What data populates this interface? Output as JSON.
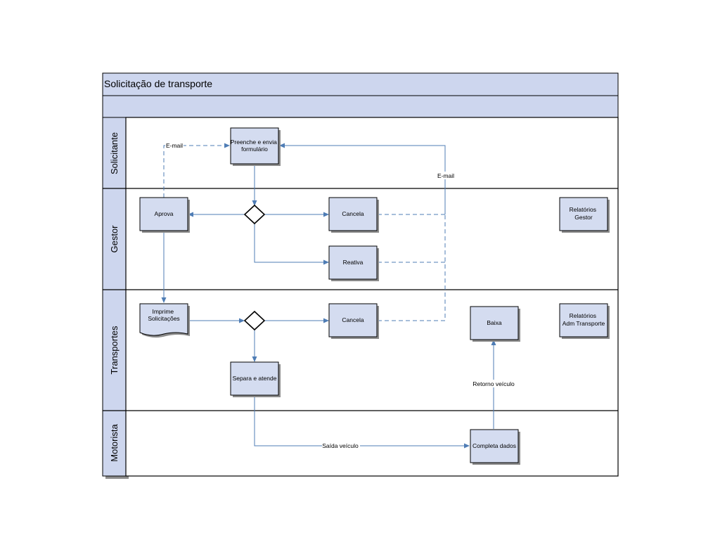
{
  "diagram": {
    "title": "Solicitação de transporte",
    "colors": {
      "header_fill": "#cdd6ee",
      "node_fill": "#d4dcf0",
      "shadow": "#8c8c8c",
      "connector": "#4f7db5",
      "border": "#000000"
    },
    "lanes": [
      {
        "id": "solicitante",
        "label": "Solicitante"
      },
      {
        "id": "gestor",
        "label": "Gestor"
      },
      {
        "id": "transportes",
        "label": "Transportes"
      },
      {
        "id": "motorista",
        "label": "Motorista"
      }
    ],
    "nodes": [
      {
        "id": "preenche",
        "label": [
          "Preenche e envia",
          "formulário"
        ]
      },
      {
        "id": "aprova",
        "label": [
          "Aprova"
        ]
      },
      {
        "id": "decisao_gestor",
        "label": []
      },
      {
        "id": "cancela_gestor",
        "label": [
          "Cancela"
        ]
      },
      {
        "id": "reativa",
        "label": [
          "Reativa"
        ]
      },
      {
        "id": "relatorios_gestor",
        "label": [
          "Relatórios",
          "Gestor"
        ]
      },
      {
        "id": "imprime",
        "label": [
          "Imprime",
          "Solicitações"
        ]
      },
      {
        "id": "decisao_transportes",
        "label": []
      },
      {
        "id": "cancela_transportes",
        "label": [
          "Cancela"
        ]
      },
      {
        "id": "baixa",
        "label": [
          "Baixa"
        ]
      },
      {
        "id": "relatorios_adm",
        "label": [
          "Relatórios",
          "Adm Transporte"
        ]
      },
      {
        "id": "separa",
        "label": [
          "Separa e  atende"
        ]
      },
      {
        "id": "completa",
        "label": [
          "Completa dados"
        ]
      }
    ],
    "edge_labels": {
      "email_left": "E-mail",
      "email_right": "E-mail",
      "saida": "Saída veículo",
      "retorno": "Retorno veículo"
    }
  }
}
